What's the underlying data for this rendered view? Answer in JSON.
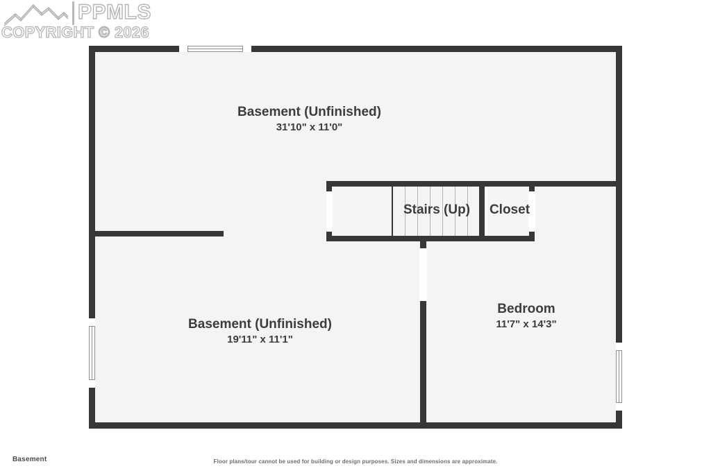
{
  "watermark": {
    "brand": "PPMLS",
    "copyright": "COPYRIGHT © 2026",
    "logo_icon": "mountain-range-icon"
  },
  "floorplan": {
    "level_label": "Basement",
    "disclaimer": "Floor plans/tour cannot be used for building or design purposes. Sizes and dimensions are approximate.",
    "colors": {
      "wall": "#373737",
      "floor_fill": "#f4f4f4",
      "background": "#ffffff",
      "text": "#3c3c3c",
      "window_stroke": "#8d8d8d",
      "stair_tread": "#b4b4b4"
    },
    "rooms": [
      {
        "name": "Basement (Unfinished)",
        "dimensions": "31'10\" x 11'0\""
      },
      {
        "name": "Basement (Unfinished)",
        "dimensions": "19'11\" x 11'1\""
      },
      {
        "name": "Bedroom",
        "dimensions": "11'7\" x 14'3\""
      },
      {
        "name": "Stairs (Up)",
        "dimensions": ""
      },
      {
        "name": "Closet",
        "dimensions": ""
      }
    ]
  }
}
